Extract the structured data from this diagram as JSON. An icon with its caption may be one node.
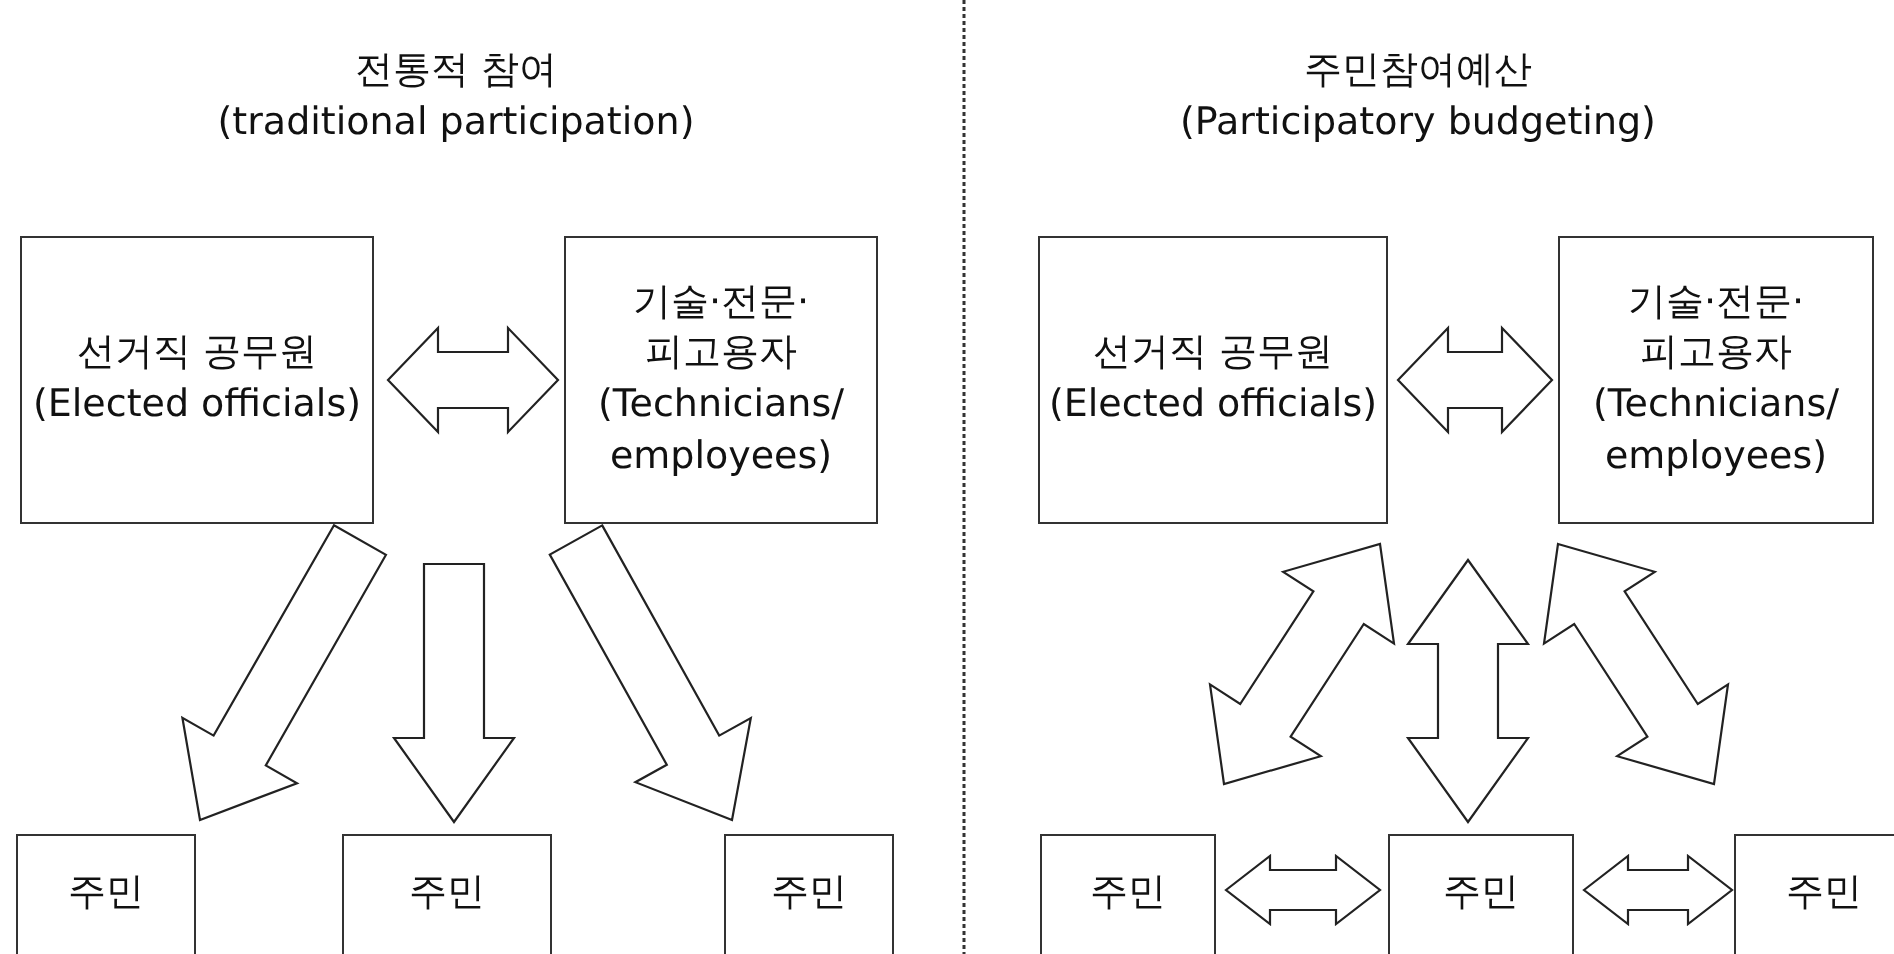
{
  "diagram": {
    "nodes": [
      {
        "text": [
          "선거직 공무원",
          "(Elected officials)"
        ]
      },
      {
        "text": [
          "기술·전문·피고용자",
          "(Technicians/ employees)"
        ]
      },
      {
        "text": [
          "주민"
        ]
      },
      {
        "text": [
          "주민"
        ]
      },
      {
        "text": [
          "주민"
        ]
      },
      {
        "text": [
          "선거직 공무원",
          "(Elected officials)"
        ]
      },
      {
        "text": [
          "기술·전문·피고용자",
          "(Technicians/ employees)"
        ]
      },
      {
        "text": [
          "주민"
        ]
      },
      {
        "text": [
          "주민"
        ]
      },
      {
        "text": [
          "주민"
        ]
      }
    ],
    "edges": [
      {
        "from": 0,
        "to": 1,
        "arrow": "both"
      },
      {
        "from": 0,
        "to": 2,
        "arrow": "to"
      },
      {
        "from": 0,
        "to": 3,
        "arrow": "to"
      },
      {
        "from": 1,
        "to": 4,
        "arrow": "to"
      },
      {
        "from": 5,
        "to": 6,
        "arrow": "both"
      },
      {
        "from": 5,
        "to": 7,
        "arrow": "both"
      },
      {
        "from": 5,
        "to": 8,
        "arrow": "both"
      },
      {
        "from": 6,
        "to": 9,
        "arrow": "both"
      },
      {
        "from": 7,
        "to": 8,
        "arrow": "both"
      },
      {
        "from": 8,
        "to": 9,
        "arrow": "both"
      }
    ],
    "labels": [
      "전통적 참여",
      "(traditional participation)",
      "주민참여예산",
      "(Participatory budgeting)"
    ]
  }
}
